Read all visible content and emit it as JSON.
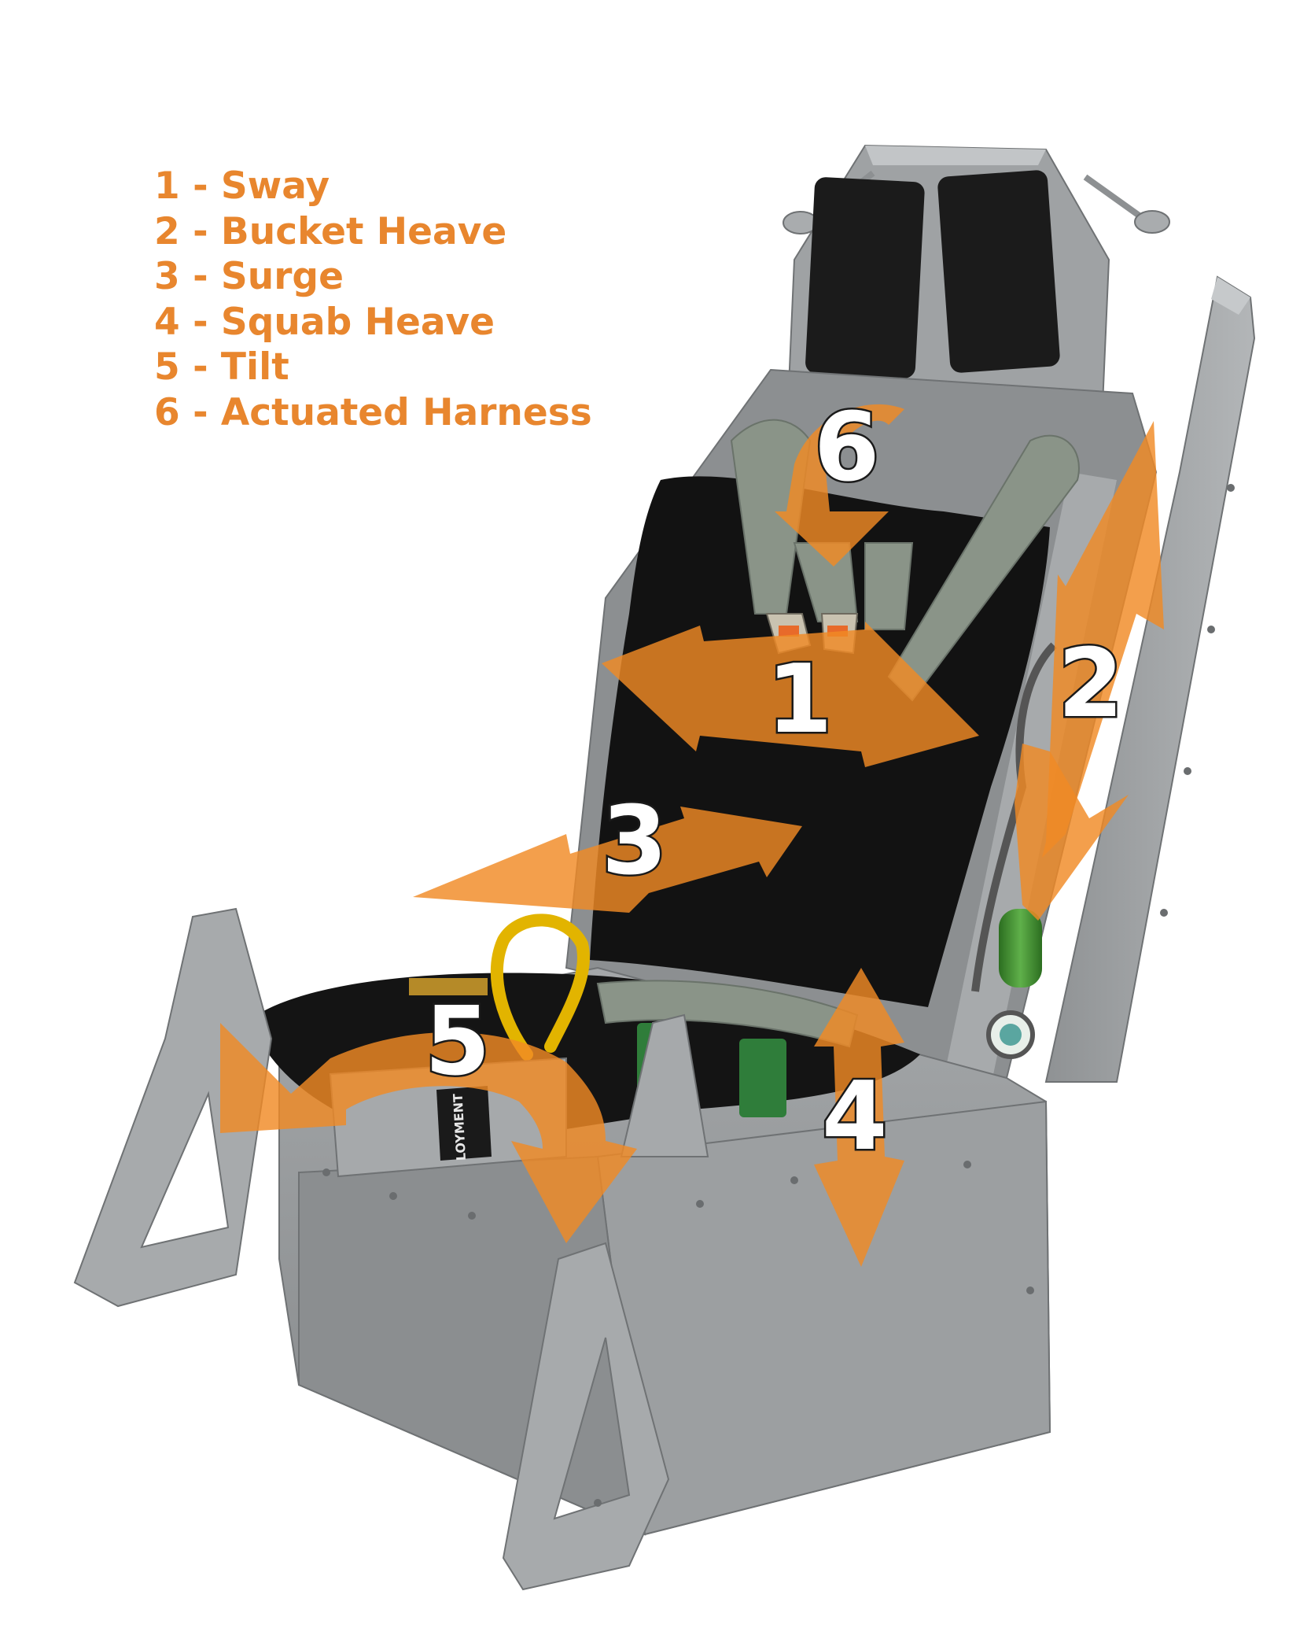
{
  "legend": {
    "items": [
      {
        "number": "1",
        "label": "1 - Sway"
      },
      {
        "number": "2",
        "label": "2 - Bucket Heave"
      },
      {
        "number": "3",
        "label": "3 - Surge"
      },
      {
        "number": "4",
        "label": "4 - Squab Heave"
      },
      {
        "number": "5",
        "label": "5 - Tilt"
      },
      {
        "number": "6",
        "label": "6 - Actuated Harness"
      }
    ]
  },
  "markers": [
    "1",
    "2",
    "3",
    "4",
    "5",
    "6"
  ],
  "seat_labels": {
    "placard_text": "LOYMENT"
  },
  "colors": {
    "accent": "#e8862e",
    "arrow_fill": "#f08a24",
    "seat_gray": "#9a9d9f",
    "seat_gray_dark": "#7d8082",
    "seat_gray_light": "#b8bbbd",
    "fleece": "#141414",
    "strap": "#8a9488",
    "handle": "#e2b400",
    "bottle": "#3c8a2e",
    "buckle": "#e86a2a"
  }
}
